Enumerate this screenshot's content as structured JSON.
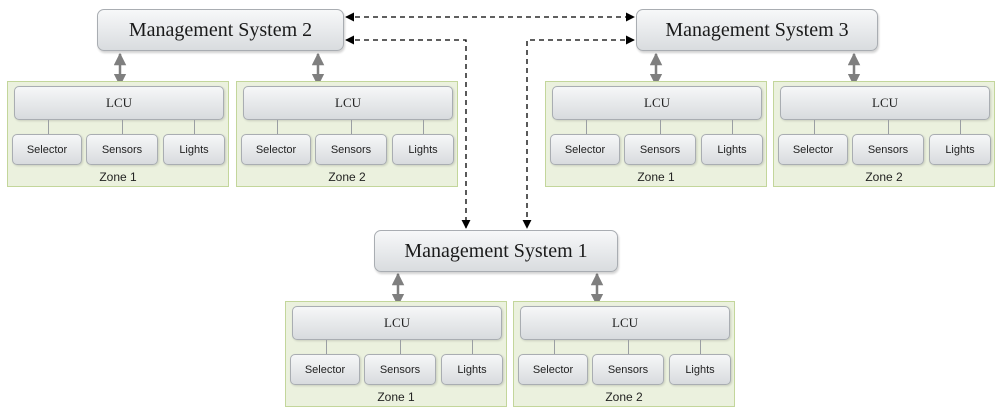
{
  "management_systems": {
    "ms1": {
      "label": "Management System 1"
    },
    "ms2": {
      "label": "Management System 2"
    },
    "ms3": {
      "label": "Management System 3"
    }
  },
  "groups": {
    "ms2": {
      "zone1": {
        "label": "Zone 1",
        "lcu": "LCU",
        "components": [
          "Selector",
          "Sensors",
          "Lights"
        ]
      },
      "zone2": {
        "label": "Zone 2",
        "lcu": "LCU",
        "components": [
          "Selector",
          "Sensors",
          "Lights"
        ]
      }
    },
    "ms3": {
      "zone1": {
        "label": "Zone 1",
        "lcu": "LCU",
        "components": [
          "Selector",
          "Sensors",
          "Lights"
        ]
      },
      "zone2": {
        "label": "Zone 2",
        "lcu": "LCU",
        "components": [
          "Selector",
          "Sensors",
          "Lights"
        ]
      }
    },
    "ms1": {
      "zone1": {
        "label": "Zone 1",
        "lcu": "LCU",
        "components": [
          "Selector",
          "Sensors",
          "Lights"
        ]
      },
      "zone2": {
        "label": "Zone 2",
        "lcu": "LCU",
        "components": [
          "Selector",
          "Sensors",
          "Lights"
        ]
      }
    }
  },
  "colors": {
    "zone_fill": "#ebf1de",
    "zone_border": "#c3d69b",
    "box_border": "#a9adb2",
    "arrow_solid": "#7f7f7f",
    "arrow_dashed": "#000000"
  }
}
